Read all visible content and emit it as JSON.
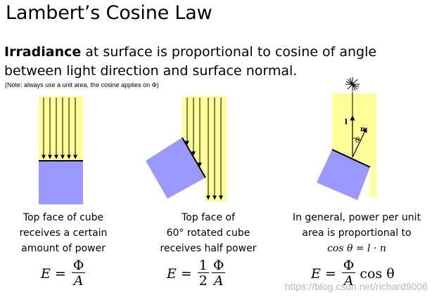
{
  "title": "Lambert’s Cosine Law",
  "lead": {
    "bold": "Irradiance",
    "rest": " at surface is proportional to cosine of angle between light direction and surface normal."
  },
  "note": "(Note: always use a unit area, the cosine applies on Φ)",
  "colors": {
    "light": "#ffff99",
    "cube": "#9999ff",
    "accent_yellow": "#ffff66"
  },
  "panels": [
    {
      "caption": [
        "Top face of cube",
        "receives a certain",
        "amount of power"
      ],
      "formula": {
        "lhs": "E",
        "eq": "=",
        "num": "Φ",
        "den": "A"
      }
    },
    {
      "caption": [
        "Top face of",
        "60° rotated cube",
        "receives half power"
      ],
      "formula": {
        "lhs": "E",
        "eq": "=",
        "coef_num": "1",
        "coef_den": "2",
        "num": "Φ",
        "den": "A"
      }
    },
    {
      "caption": [
        "In general, power per unit",
        "area is proportional to"
      ],
      "caption_math": "cos θ = l · n",
      "formula": {
        "lhs": "E",
        "eq": "=",
        "num": "Φ",
        "den": "A",
        "tail": "cos θ"
      },
      "labels": {
        "light_vec": "l",
        "normal_vec": "n",
        "angle": "θ"
      }
    }
  ],
  "watermark": "https://blog.csdn.net/richard9006"
}
